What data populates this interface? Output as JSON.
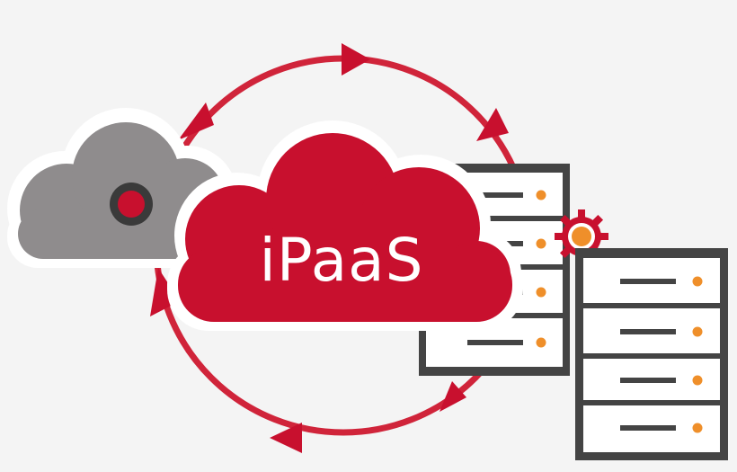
{
  "diagram": {
    "center_label": "iPaaS",
    "colors": {
      "accent_red": "#c8102e",
      "cycle_red": "#d0243a",
      "gray_cloud": "#8f8c8d",
      "rack_frame": "#444444",
      "slot_fill": "#ffffff",
      "indicator_orange": "#ef8f2a",
      "background": "#f4f4f4"
    },
    "icons": [
      "cycle-arrows-icon",
      "gray-cloud-icon",
      "record-dot-icon",
      "red-cloud-icon",
      "server-rack-icon",
      "gear-icon"
    ],
    "racks": [
      {
        "slots": 4
      },
      {
        "slots": 4
      }
    ]
  }
}
